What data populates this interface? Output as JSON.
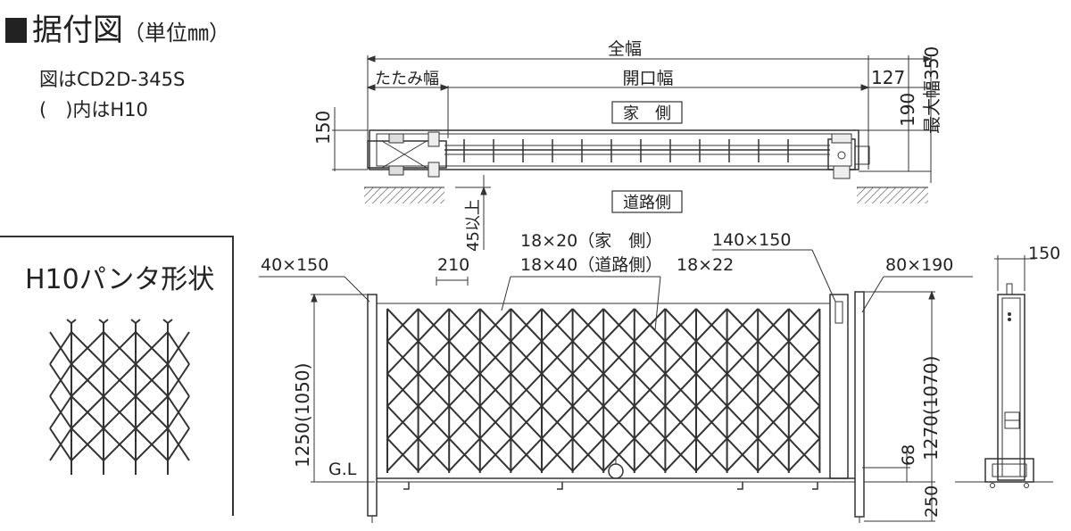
{
  "header": {
    "title": "据付図",
    "unit": "（単位㎜）",
    "model_note": "図はCD2D-345S",
    "paren_note": "(　)内はH10"
  },
  "inset": {
    "title": "H10パンタ形状"
  },
  "plan": {
    "overall_width": "全幅",
    "folded_width": "たたみ幅",
    "opening_width": "開口幅",
    "dim_127": "127",
    "dim_350": "最大幅350",
    "dim_190": "190",
    "dim_150": "150",
    "house_side": "家　側",
    "road_side": "道路側",
    "min_45": "45以上"
  },
  "elevation": {
    "label_40x150": "40×150",
    "label_210": "210",
    "label_18x20": "18×20（家　側）",
    "label_18x40": "18×40（道路側）",
    "label_18x22": "18×22",
    "label_140x150": "140×150",
    "label_80x190": "80×190",
    "height_left": "1250(1050)",
    "height_right": "1270(1070)",
    "dim_68": "68",
    "dim_250": "250",
    "ground": "G.L"
  },
  "side": {
    "dim_150": "150"
  }
}
